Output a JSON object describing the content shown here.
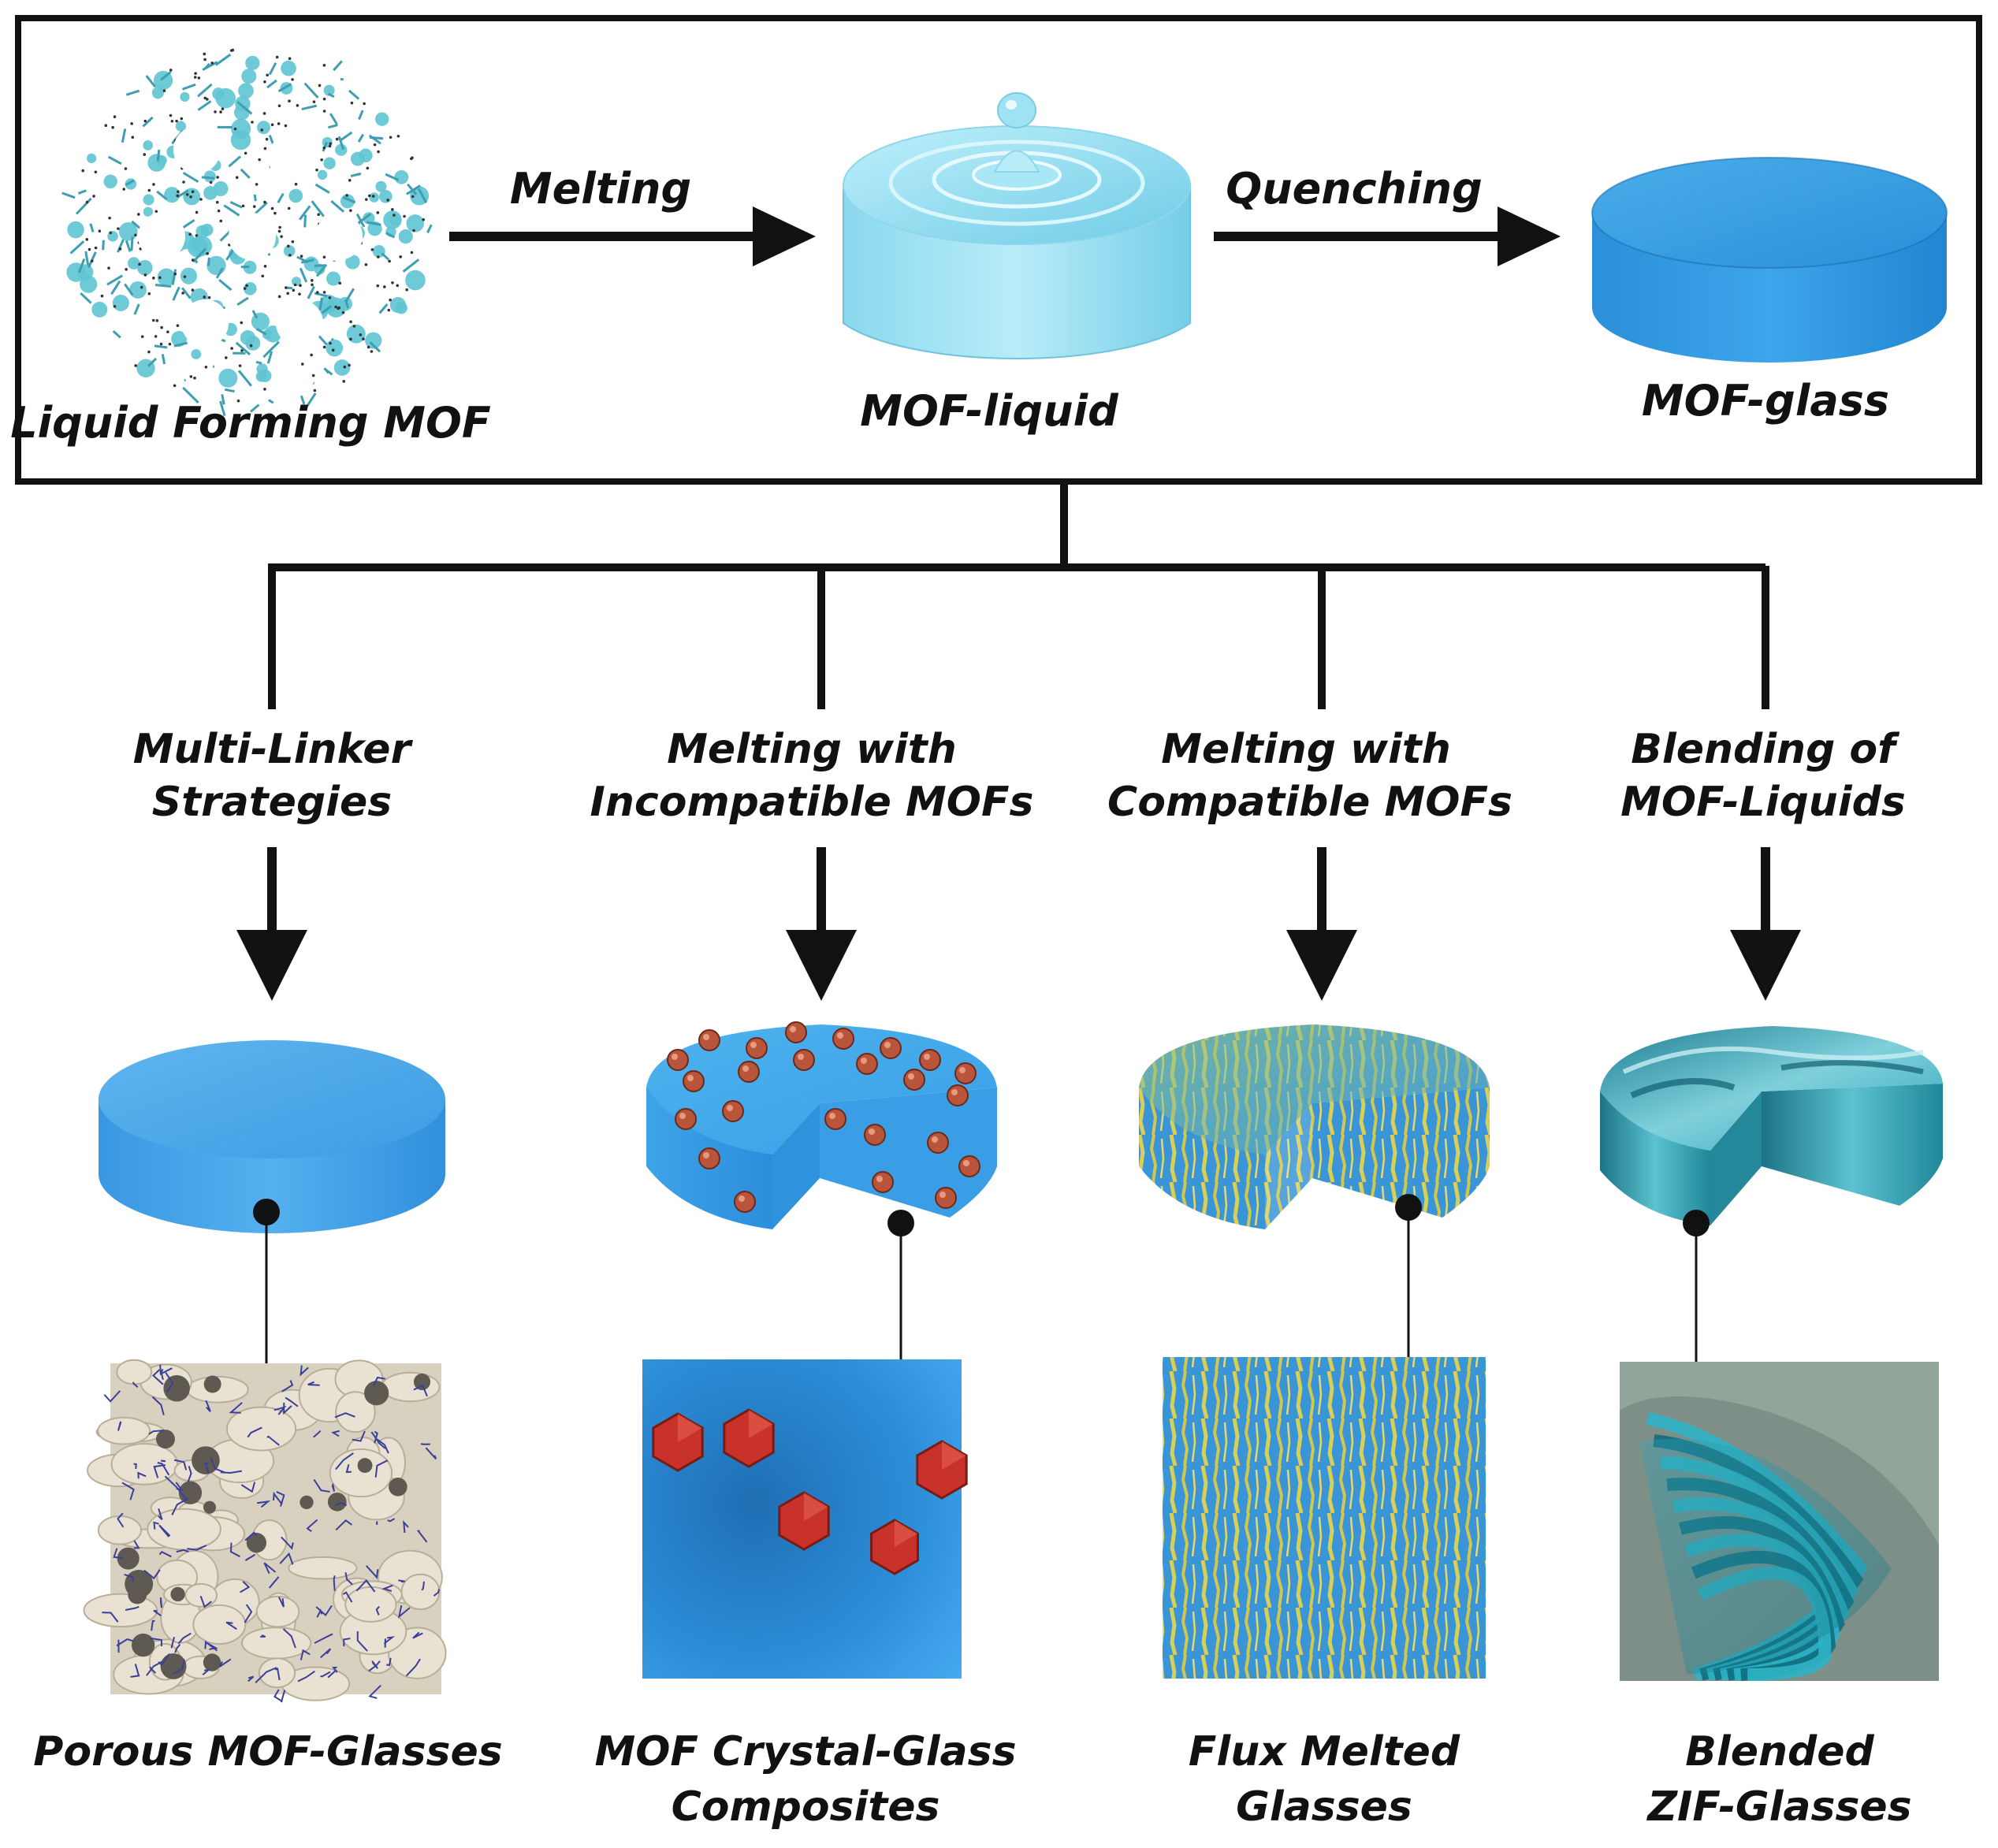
{
  "top_process": {
    "source_label": "Liquid Forming MOF",
    "step1_label": "Melting",
    "intermediate_label": "MOF-liquid",
    "step2_label": "Quenching",
    "product_label": "MOF-glass"
  },
  "branches": [
    {
      "strategy_line1": "Multi-Linker",
      "strategy_line2": "Strategies",
      "result_line1": "Porous MOF-Glasses",
      "result_line2": ""
    },
    {
      "strategy_line1": "Melting with",
      "strategy_line2": "Incompatible MOFs",
      "result_line1": "MOF Crystal-Glass",
      "result_line2": "Composites"
    },
    {
      "strategy_line1": "Melting with",
      "strategy_line2": "Compatible MOFs",
      "result_line1": "Flux Melted",
      "result_line2": "Glasses"
    },
    {
      "strategy_line1": "Blending of",
      "strategy_line2": "MOF-Liquids",
      "result_line1": "Blended",
      "result_line2": "ZIF-Glasses"
    }
  ],
  "colors": {
    "mof_cyan": "#5fc4d3",
    "liquid_blue": "#7fd3ec",
    "glass_blue": "#2e98e0",
    "crystal_red": "#c8322a",
    "flux_yellow": "#d7cf55",
    "zif_teal": "#2aa6b8",
    "pore_beige": "#e9e2d3"
  }
}
